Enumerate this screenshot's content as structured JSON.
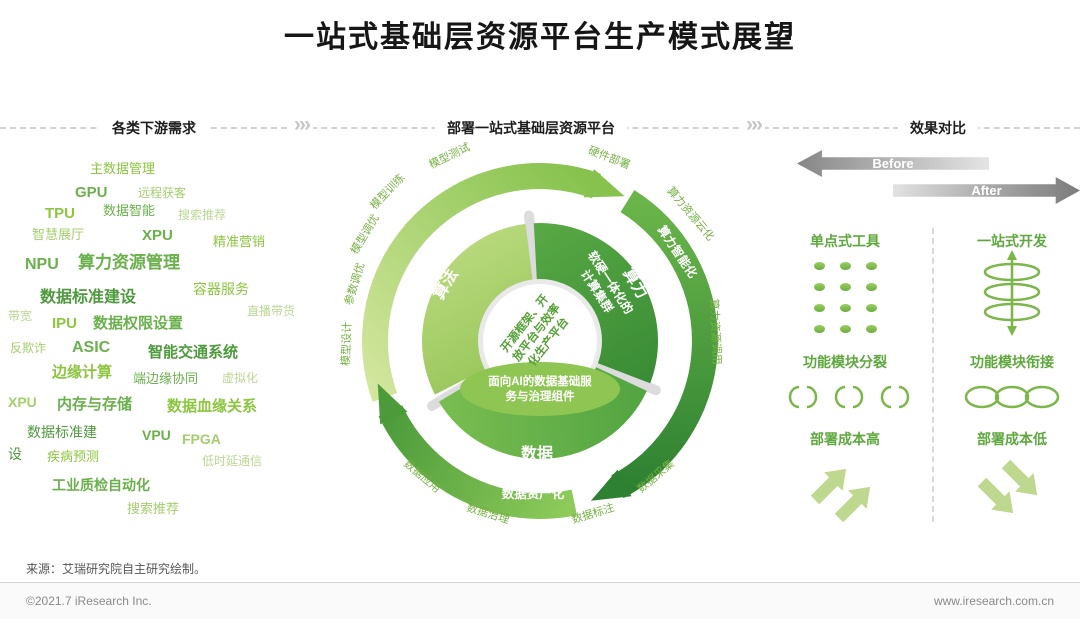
{
  "title": "一站式基础层资源平台生产模式展望",
  "sections": {
    "left_header": "各类下游需求",
    "middle_header": "部署一站式基础层资源平台",
    "right_header": "效果对比"
  },
  "icons": {
    "chevron_right": "›››"
  },
  "theme": {
    "green_dark": "#4e9a3d",
    "green": "#6ab04c",
    "green_bright": "#8cc63f",
    "green_light": "#a3cf6d",
    "green_pale": "#b9d893",
    "gray_arrow": "#9c9c9c"
  },
  "cloud": {
    "items": [
      {
        "text": "主数据管理"
      },
      {
        "text": "GPU"
      },
      {
        "text": "远程获客"
      },
      {
        "text": "TPU"
      },
      {
        "text": "数据智能"
      },
      {
        "text": "搜索推荐"
      },
      {
        "text": "智慧展厅"
      },
      {
        "text": "XPU"
      },
      {
        "text": "精准营销"
      },
      {
        "text": "NPU"
      },
      {
        "text": "算力资源管理"
      },
      {
        "text": "容器服务"
      },
      {
        "text": "数据标准建设"
      },
      {
        "text": "带宽"
      },
      {
        "text": "IPU"
      },
      {
        "text": "数据权限设置"
      },
      {
        "text": "直播带货"
      },
      {
        "text": "反欺诈"
      },
      {
        "text": "ASIC"
      },
      {
        "text": "智能交通系统"
      },
      {
        "text": "边缘计算"
      },
      {
        "text": "端边缘协同"
      },
      {
        "text": "虚拟化"
      },
      {
        "text": "XPU"
      },
      {
        "text": "内存与存储"
      },
      {
        "text": "数据血缘关系"
      },
      {
        "text": "数据标准建"
      },
      {
        "text": "VPU"
      },
      {
        "text": "FPGA"
      },
      {
        "text": "设"
      },
      {
        "text": "疾病预测"
      },
      {
        "text": "低时延通信"
      },
      {
        "text": "工业质检自动化"
      },
      {
        "text": "搜索推荐"
      }
    ]
  },
  "diagram": {
    "center": [
      "开源框架、开",
      "放平台与效率",
      "化生产平台"
    ],
    "algo": {
      "label": "算法",
      "outer": [
        "模型测试",
        "模型训练",
        "模型调优",
        "参数调优",
        "模型设计"
      ]
    },
    "power": {
      "label": "算力",
      "inner": [
        "软硬一体化的",
        "计算集群"
      ],
      "outer": [
        "硬件部署",
        "算力资源云化",
        "算力智能化",
        "算力资源调用"
      ]
    },
    "data": {
      "label": "数据",
      "inner": [
        "面向AI的数据基础服",
        "务与治理组件"
      ],
      "outer": [
        "数据采集",
        "数据标注",
        "数据资产化",
        "数据治理",
        "数据应用"
      ]
    }
  },
  "comparison": {
    "header_before": "Before",
    "header_after": "After",
    "before_col": {
      "tool": "单点式工具",
      "module": "功能模块分裂",
      "cost": "部署成本高"
    },
    "after_col": {
      "tool": "一站式开发",
      "module": "功能模块衔接",
      "cost": "部署成本低"
    }
  },
  "footer": {
    "source": "来源：艾瑞研究院自主研究绘制。",
    "copyright": "©2021.7 iResearch Inc.",
    "website": "www.iresearch.com.cn"
  }
}
